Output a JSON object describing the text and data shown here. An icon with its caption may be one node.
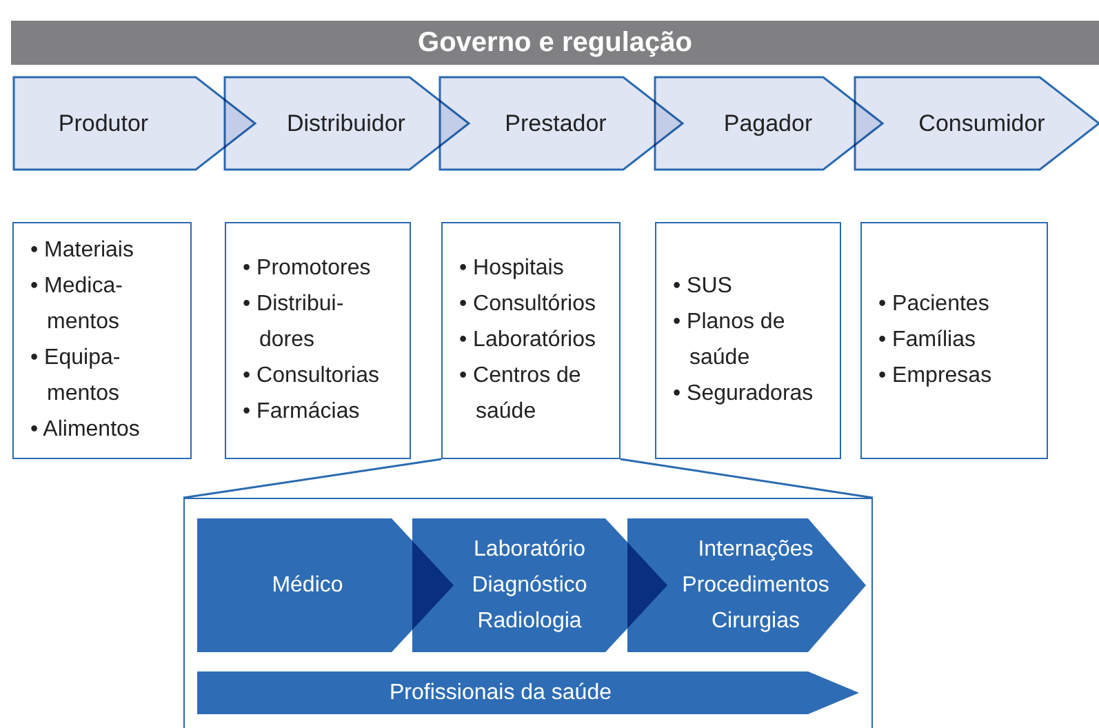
{
  "diagram": {
    "title": "Governo e regulação",
    "nodes": [
      {
        "text": [
          "Produtor"
        ]
      },
      {
        "text": [
          "Distribuidor"
        ]
      },
      {
        "text": [
          "Prestador"
        ]
      },
      {
        "text": [
          "Pagador"
        ]
      },
      {
        "text": [
          "Consumidor"
        ]
      },
      {
        "text": [
          "• Materiais",
          "• Medica- mentos",
          "• Equipa- mentos",
          "• Alimentos"
        ]
      },
      {
        "text": [
          "• Promotores",
          "• Distribui- dores",
          "• Consultorias",
          "• Farmácias"
        ]
      },
      {
        "text": [
          "• Hospitais",
          "• Consultórios",
          "• Laboratórios",
          "• Centros de saúde"
        ]
      },
      {
        "text": [
          "• SUS",
          "• Planos de saúde",
          "• Seguradoras"
        ]
      },
      {
        "text": [
          "• Pacientes",
          "• Famílias",
          "• Empresas"
        ]
      },
      {
        "text": [],
        "shape": "box"
      },
      {
        "text": [
          "Médico"
        ],
        "in": 10
      },
      {
        "text": [
          "Laboratório",
          "Diagnóstico",
          "Radiologia"
        ],
        "in": 10
      },
      {
        "text": [
          "Internações",
          "Procedimentos",
          "Cirurgias"
        ],
        "in": 10
      },
      {
        "text": [
          "Profissionais da saúde"
        ],
        "in": 10
      }
    ],
    "edges": [
      {
        "from": 7,
        "to": 10,
        "arrow": "none"
      },
      {
        "from": 7,
        "to": 10,
        "arrow": "none"
      }
    ]
  }
}
